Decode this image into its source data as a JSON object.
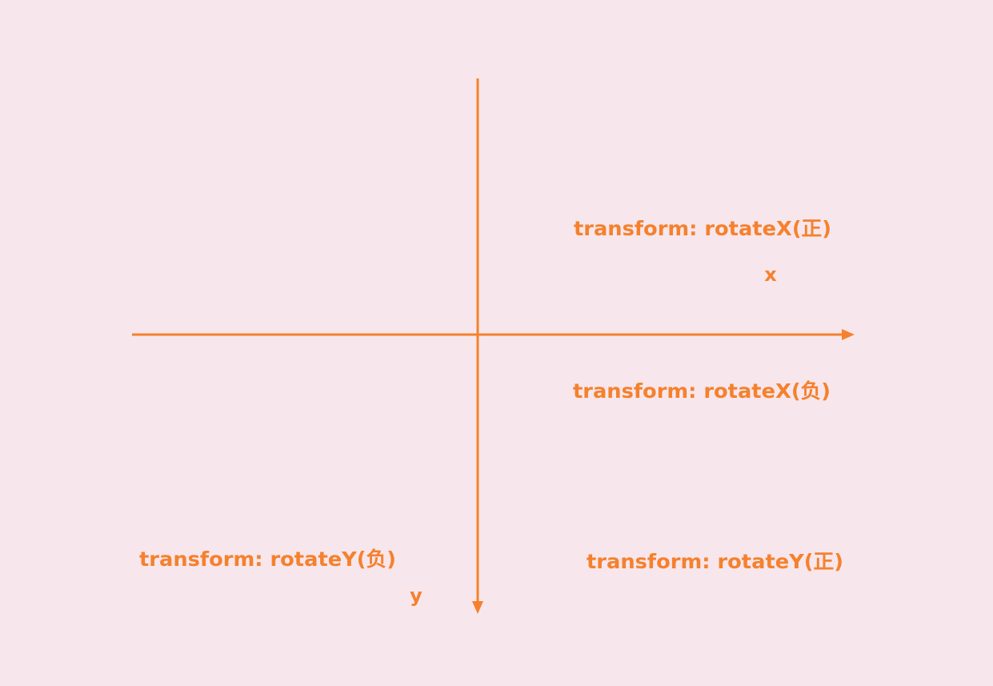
{
  "colors": {
    "background": "#f7e6ec",
    "accent": "#f5812d"
  },
  "axes": {
    "x_label": "x",
    "y_label": "y"
  },
  "labels": {
    "rotate_x_positive": "transform: rotateX(正)",
    "rotate_x_negative": "transform: rotateX(负)",
    "rotate_y_negative": "transform: rotateY(负)",
    "rotate_y_positive": "transform: rotateY(正)"
  }
}
